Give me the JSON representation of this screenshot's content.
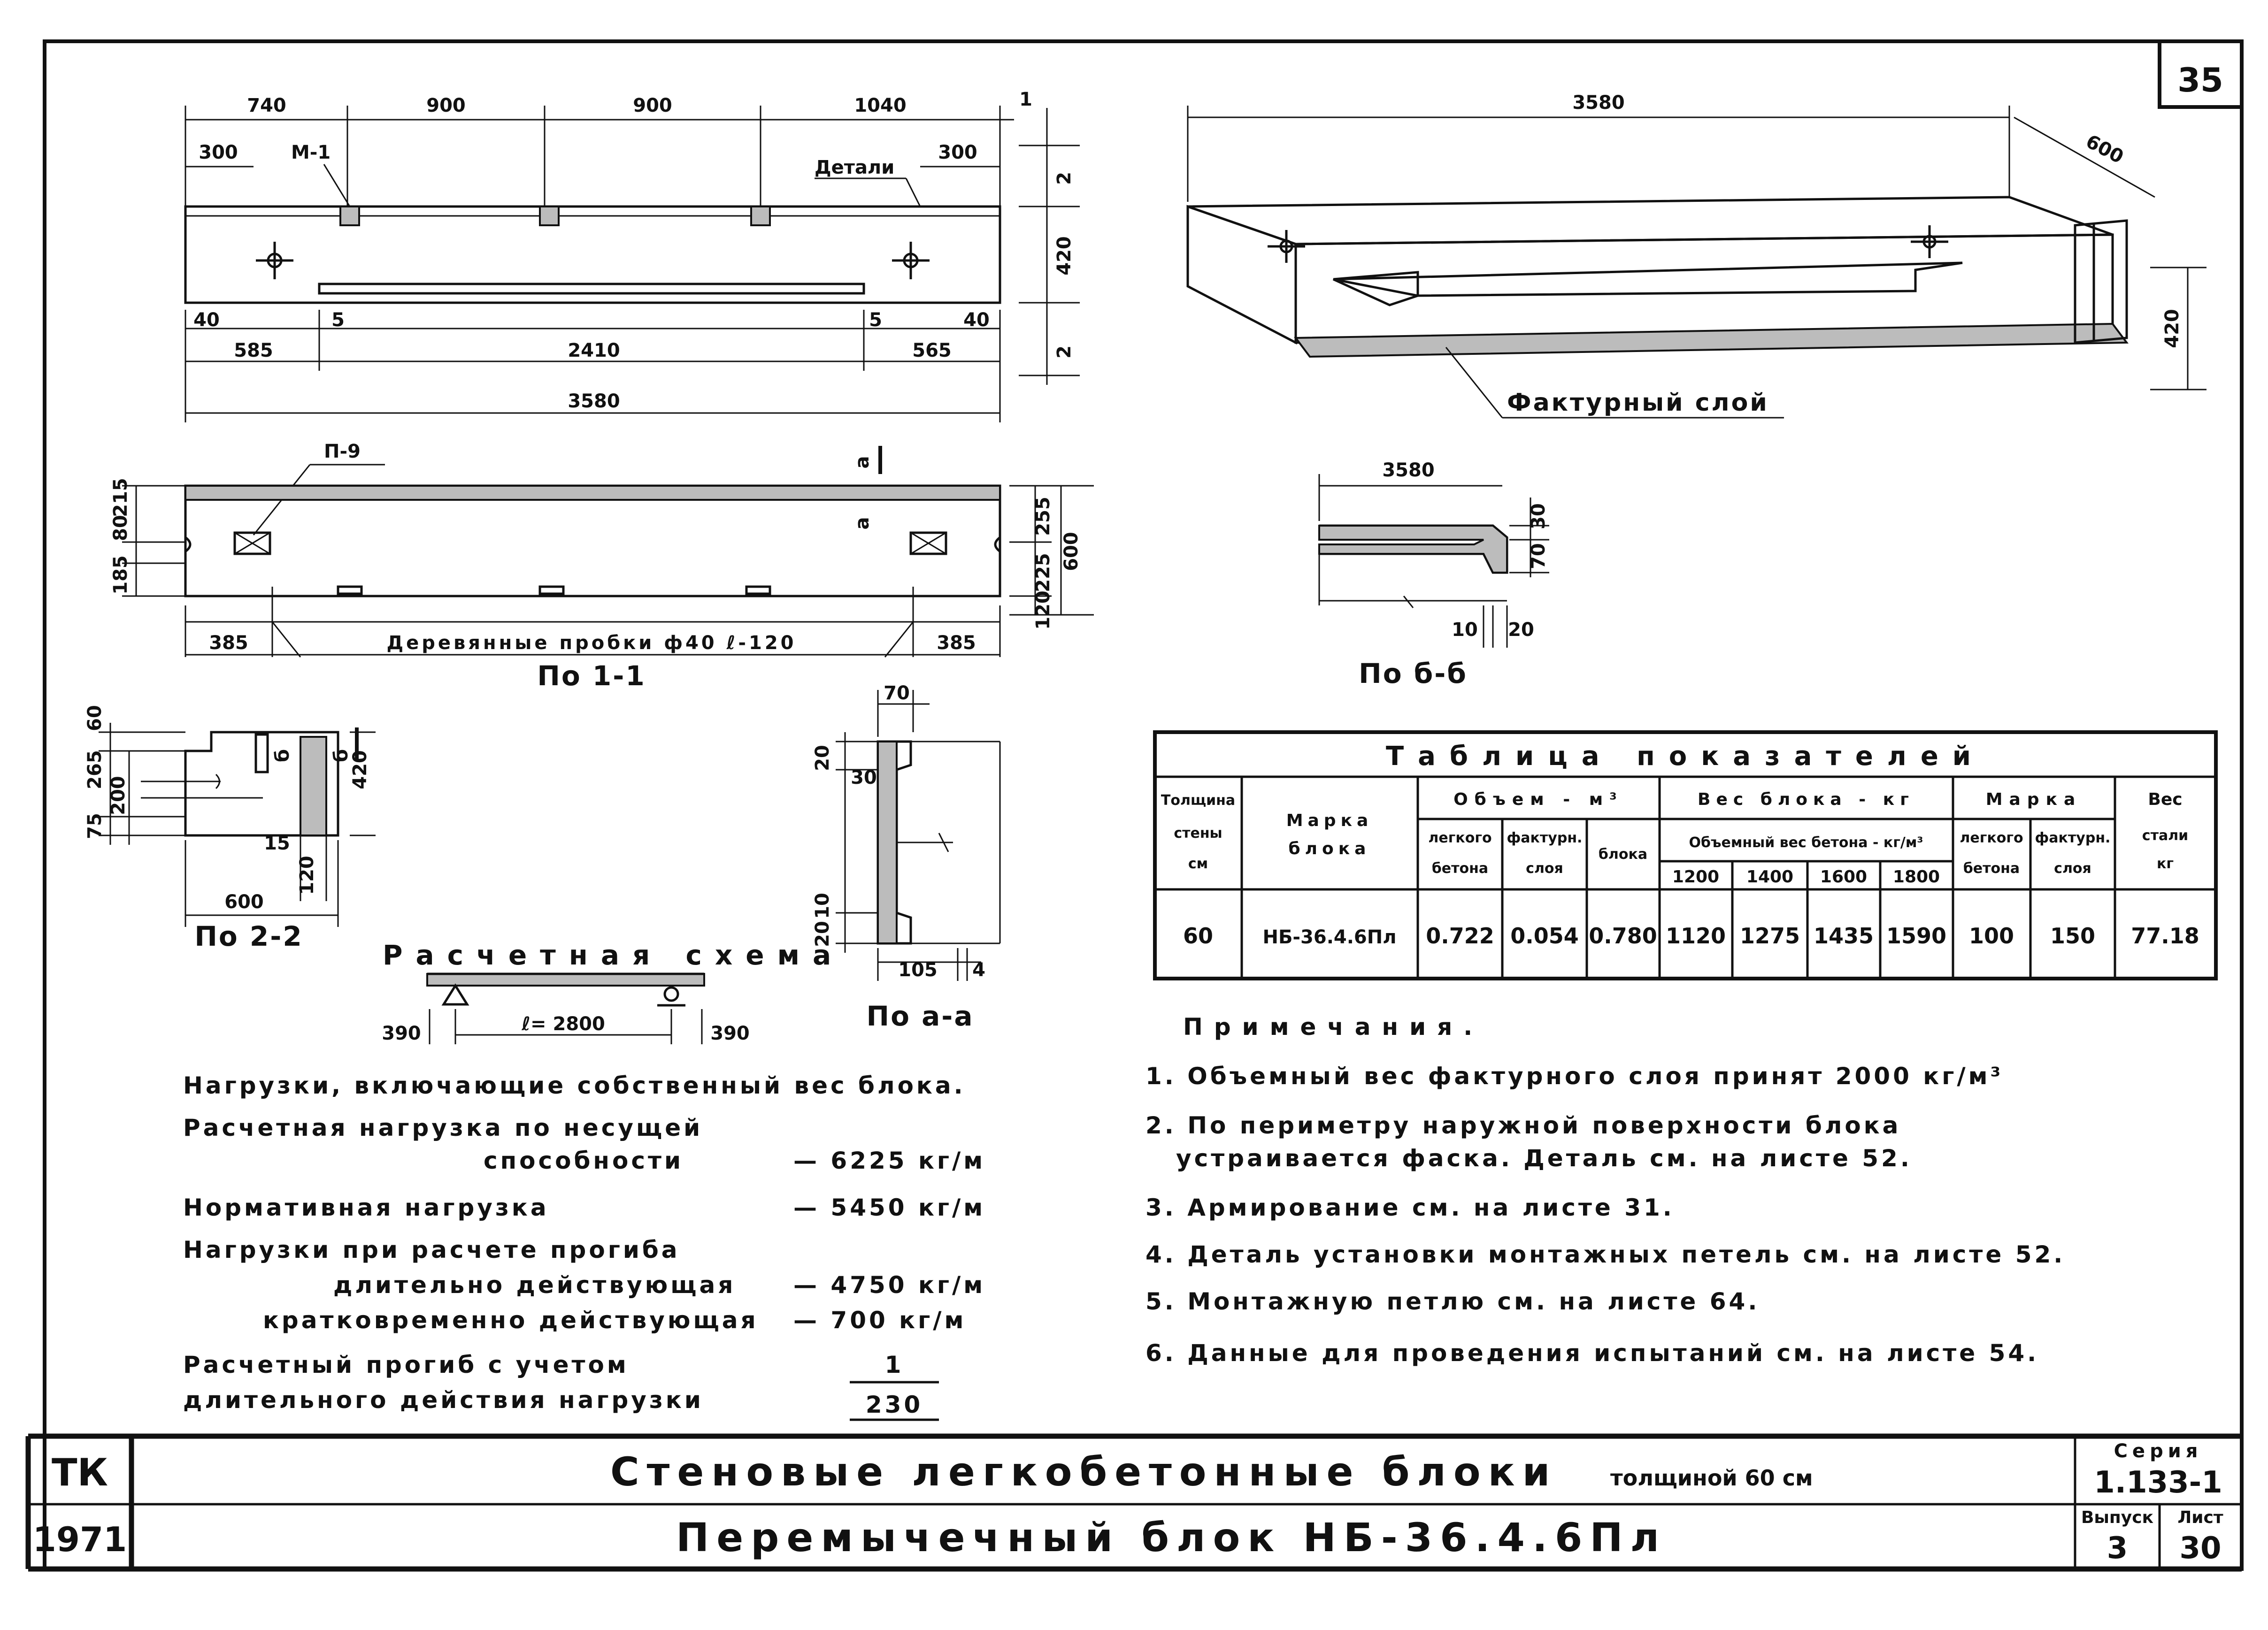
{
  "sheet_no": "35",
  "front_view": {
    "dims_top": [
      "740",
      "900",
      "900",
      "1040"
    ],
    "dim_left_300": "300",
    "dim_right_300": "300",
    "m_label": "М-1",
    "detail_label": "Детали",
    "dims_bottom_small": [
      "40",
      "5",
      "5",
      "40"
    ],
    "dims_bottom": [
      "585",
      "2410",
      "565"
    ],
    "dim_total": "3580",
    "dim_height": "420",
    "dims_side_small": [
      "2",
      "2",
      "1"
    ]
  },
  "iso_view": {
    "dim_length": "3580",
    "dim_width": "600",
    "dim_height": "420",
    "facing_label": "Фактурный слой"
  },
  "plan_view": {
    "p_label": "П-9",
    "cut_mark": "а",
    "dims_left": [
      "185",
      "80",
      "215"
    ],
    "dims_right": [
      "255",
      "225",
      "120"
    ],
    "dim_height": "600",
    "dim_left": "385",
    "dim_right": "385",
    "pluggings": "Деревянные пробки ф40 ℓ-120",
    "caption": "По 1-1"
  },
  "section_b": {
    "dim_top": "3580",
    "dims_right": [
      "30",
      "70"
    ],
    "dims_bottom": [
      "10",
      "20"
    ],
    "caption": "По б-б"
  },
  "section_22": {
    "dims_left": [
      "75",
      "200",
      "265",
      "60"
    ],
    "marks": [
      "б",
      "б"
    ],
    "dim_height": "420",
    "dims_small": [
      "15",
      "120"
    ],
    "dim_width": "600",
    "caption": "По 2-2"
  },
  "section_aa": {
    "dim_top": "70",
    "dims_left": [
      "20",
      "30",
      "10",
      "20"
    ],
    "dims_bottom": [
      "105",
      "4"
    ],
    "caption": "По а-а"
  },
  "scheme": {
    "title": "Расчетная схема",
    "dim_left": "390",
    "span": "ℓ= 2800",
    "dim_right": "390"
  },
  "loads": {
    "heading": "Нагрузки, включающие собственный вес блока.",
    "calc_label_1": "Расчетная нагрузка по несущей",
    "calc_label_2": "способности",
    "calc_value": "— 6225 кг/м",
    "norm_label": "Нормативная нагрузка",
    "norm_value": "— 5450 кг/м",
    "defl_label": "Нагрузки при расчете прогиба",
    "long_label": "длительно действующая",
    "long_value": "— 4750 кг/м",
    "short_label": "кратковременно действующая",
    "short_value": "— 700 кг/м",
    "sag_label_1": "Расчетный прогиб с учетом",
    "sag_label_2": "длительного действия нагрузки",
    "sag_num": "1",
    "sag_den": "230"
  },
  "table": {
    "title": "Таблица показателей",
    "col_thickness": [
      "Толщина",
      "стены",
      "см"
    ],
    "col_mark": [
      "Марка",
      "блока"
    ],
    "group_volume": "Объем - м³",
    "vol_cols": [
      [
        "легкого",
        "бетона"
      ],
      [
        "фактурн.",
        "слоя"
      ],
      [
        "блока"
      ]
    ],
    "group_weight": "Вес блока - кг",
    "weight_sub": "Объемный вес бетона - кг/м³",
    "weight_cols": [
      "1200",
      "1400",
      "1600",
      "1800"
    ],
    "group_grade": "Марка",
    "grade_cols": [
      [
        "легкого",
        "бетона"
      ],
      [
        "фактурн.",
        "слоя"
      ]
    ],
    "col_steel": [
      "Вес",
      "стали",
      "кг"
    ],
    "row": [
      "60",
      "НБ-36.4.6Пл",
      "0.722",
      "0.054",
      "0.780",
      "1120",
      "1275",
      "1435",
      "1590",
      "100",
      "150",
      "77.18"
    ]
  },
  "notes": {
    "title": "Примечания.",
    "items": [
      "1. Объемный вес фактурного слоя принят 2000 кг/м³",
      "2. По периметру наружной поверхности блока",
      "устраивается фаска. Деталь см. на листе 52.",
      "3. Армирование см. на листе 31.",
      "4. Деталь установки монтажных петель см. на листе 52.",
      "5. Монтажную петлю см. на листе 64.",
      "6. Данные для проведения испытаний см. на листе 54."
    ]
  },
  "title_block": {
    "org": "ТК",
    "year": "1971",
    "title": "Стеновые легкобетонные блоки",
    "title_suffix": "толщиной 60 см",
    "subtitle": "Перемычечный блок НБ-36.4.6Пл",
    "series_label": "Серия",
    "series_value": "1.133-1",
    "issue_label": "Выпуск",
    "issue_value": "3",
    "sheet_label": "Лист",
    "sheet_value": "30"
  }
}
